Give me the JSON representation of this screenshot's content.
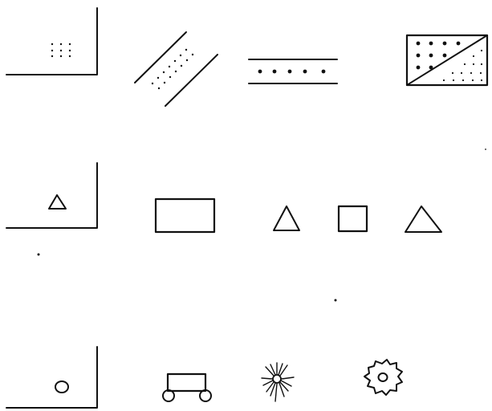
{
  "figure": {
    "rows": [
      {
        "row": "row-1",
        "puzzle_items": 1,
        "option_items": 3
      },
      {
        "row": "row-2",
        "puzzle_items": 1,
        "option_items": 2
      },
      {
        "row": "row-3",
        "puzzle_items": 1,
        "option_items": 3
      }
    ]
  },
  "icons": {
    "row1": [
      "dot-grid-icon",
      "diagonal-band-dots-icon",
      "horizontal-band-dots-icon",
      "diagonal-split-box-icon"
    ],
    "row2": [
      "triangle-icon",
      "rectangle-icon",
      "triangle-square-triangle-icon"
    ],
    "row3": [
      "circle-icon",
      "cart-icon",
      "starburst-icon",
      "blob-icon"
    ]
  }
}
